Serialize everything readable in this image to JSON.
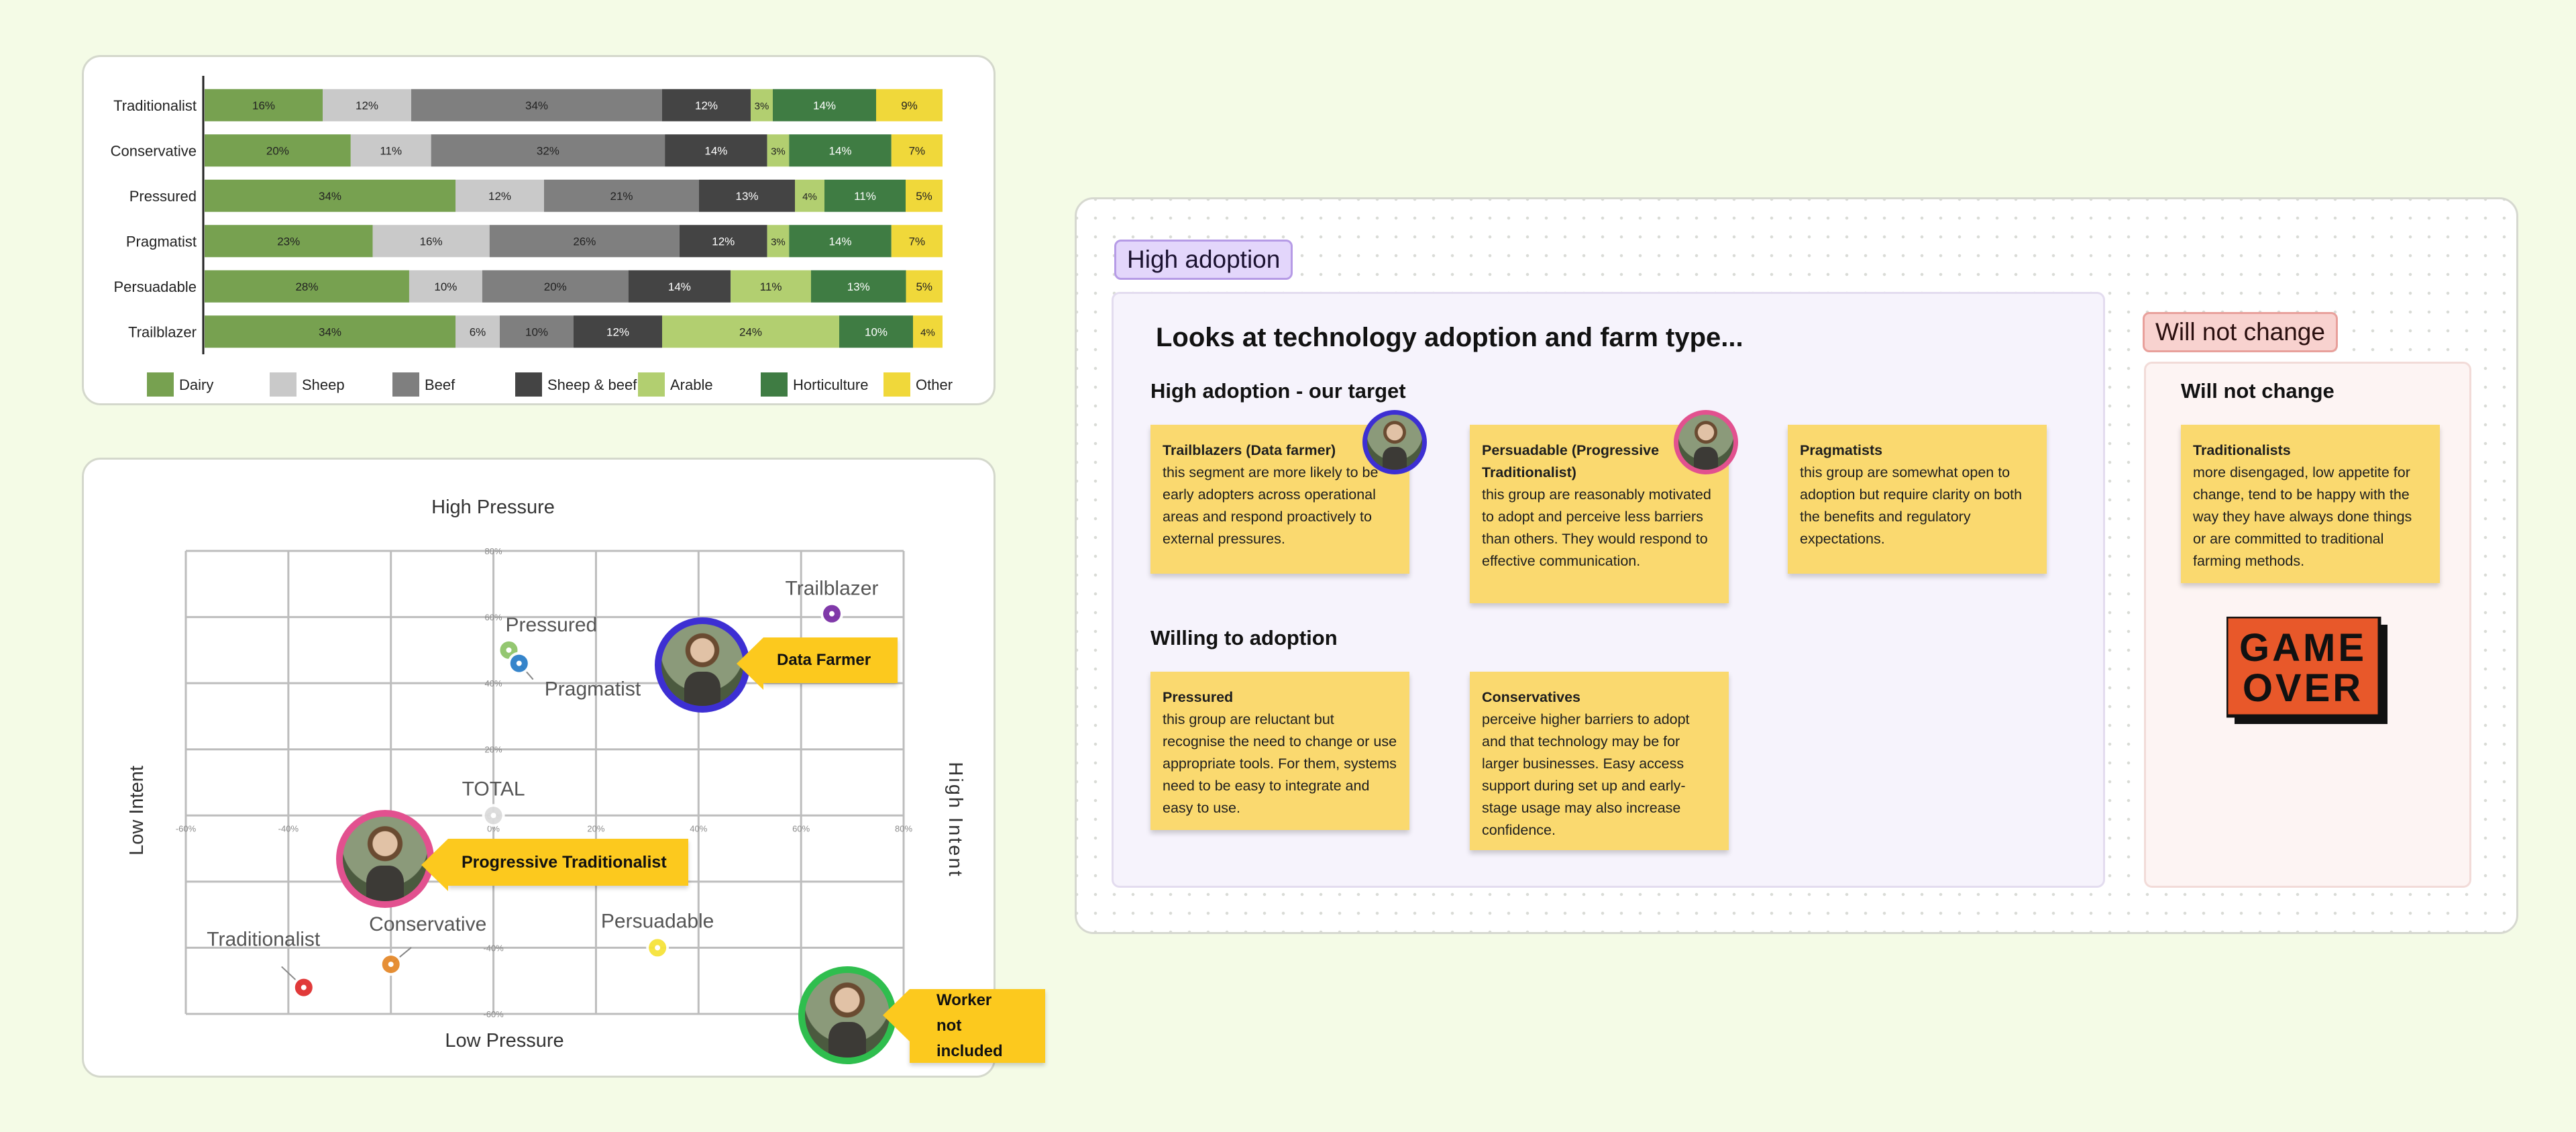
{
  "chart_data": [
    {
      "type": "bar",
      "stacked": true,
      "orientation": "horizontal",
      "categories": [
        "Traditionalist",
        "Conservative",
        "Pressured",
        "Pragmatist",
        "Persuadable",
        "Trailblazer"
      ],
      "series": [
        {
          "name": "Dairy",
          "color": "#77a150",
          "values": [
            16,
            20,
            34,
            23,
            28,
            34
          ]
        },
        {
          "name": "Sheep",
          "color": "#c9c9c9",
          "values": [
            12,
            11,
            12,
            16,
            10,
            6
          ]
        },
        {
          "name": "Beef",
          "color": "#7f7f7f",
          "values": [
            34,
            32,
            21,
            26,
            20,
            10
          ]
        },
        {
          "name": "Sheep & beef",
          "color": "#444444",
          "values": [
            12,
            14,
            13,
            12,
            14,
            12
          ]
        },
        {
          "name": "Arable",
          "color": "#b2cf70",
          "values": [
            3,
            3,
            4,
            3,
            11,
            24
          ]
        },
        {
          "name": "Horticulture",
          "color": "#3f7c43",
          "values": [
            14,
            14,
            11,
            14,
            13,
            10
          ]
        },
        {
          "name": "Other",
          "color": "#f0d83a",
          "values": [
            9,
            7,
            5,
            7,
            5,
            4
          ]
        }
      ],
      "value_format": "percent",
      "legend": "bottom"
    },
    {
      "type": "scatter",
      "labels": {
        "top": "High Pressure",
        "bottom": "Low Pressure",
        "left": "Low Intent",
        "right": "High Intent"
      },
      "xlim": [
        -60,
        80
      ],
      "ylim": [
        -60,
        80
      ],
      "xticks": [
        "-60%",
        "-40%",
        "-20%",
        "0%",
        "20%",
        "40%",
        "60%",
        "80%"
      ],
      "yticks": [
        "80%",
        "60%",
        "40%",
        "20%",
        "0%",
        "-40%",
        "-60%"
      ],
      "grid": true,
      "points": [
        {
          "name": "Trailblazer",
          "x": 66,
          "y": 61,
          "color": "#7a2fa5"
        },
        {
          "name": "Pressured",
          "x": 3,
          "y": 50,
          "color": "#8fc56a"
        },
        {
          "name": "Pragmatist",
          "x": 5,
          "y": 46,
          "color": "#2c7fc9"
        },
        {
          "name": "TOTAL",
          "x": 0,
          "y": 0,
          "color": "#dcdcdc"
        },
        {
          "name": "Traditionalist",
          "x": -37,
          "y": -52,
          "color": "#e03030"
        },
        {
          "name": "Conservative",
          "x": -20,
          "y": -45,
          "color": "#e58a2c"
        },
        {
          "name": "Persuadable",
          "x": 32,
          "y": -40,
          "color": "#f6e33a"
        }
      ]
    }
  ],
  "callouts": {
    "data_farmer": "Data Farmer",
    "progressive_traditionalist": "Progressive Traditionalist",
    "worker_line1": "Worker",
    "worker_line2": "not included"
  },
  "colors": {
    "data_farmer_ring": "#3d2fd3",
    "progressive_ring": "#e2518f",
    "worker_ring": "#2fbe4e",
    "callout": "#fcc91e",
    "sticky": "#fad96f"
  },
  "board": {
    "tag_high": "High adoption",
    "tag_wnc": "Will not change",
    "heading": "Looks at technology adoption and farm type...",
    "high_heading": "High adoption - our target",
    "willing_heading": "Willing to adoption",
    "wnc_heading": "Will not change",
    "notes": {
      "trailblazers": {
        "title": "Trailblazers (Data farmer)",
        "body": "this segment are more likely to be early adopters across operational areas and respond proactively to external pressures."
      },
      "persuadable": {
        "title": "Persuadable (Progressive Traditionalist)",
        "body": "this group are reasonably motivated to adopt and perceive less barriers than others. They would respond to effective communication."
      },
      "pragmatists": {
        "title": "Pragmatists",
        "body": "this group are somewhat open to adoption but require clarity on both the benefits and regulatory expectations."
      },
      "pressured": {
        "title": "Pressured",
        "body": "this group are reluctant but recognise the need to change or use appropriate tools. For them, systems need to be easy to integrate and easy to use."
      },
      "conservatives": {
        "title": "Conservatives",
        "body": "perceive higher barriers to adopt and that technology may be for larger businesses. Easy access support during set up and early-stage usage may also increase confidence."
      },
      "traditionalists": {
        "title": "Traditionalists",
        "body": "more disengaged, low appetite for change, tend to be happy with the way they have always done things or are committed to traditional farming methods."
      }
    },
    "game_over_line1": "GAME",
    "game_over_line2": "OVER"
  }
}
